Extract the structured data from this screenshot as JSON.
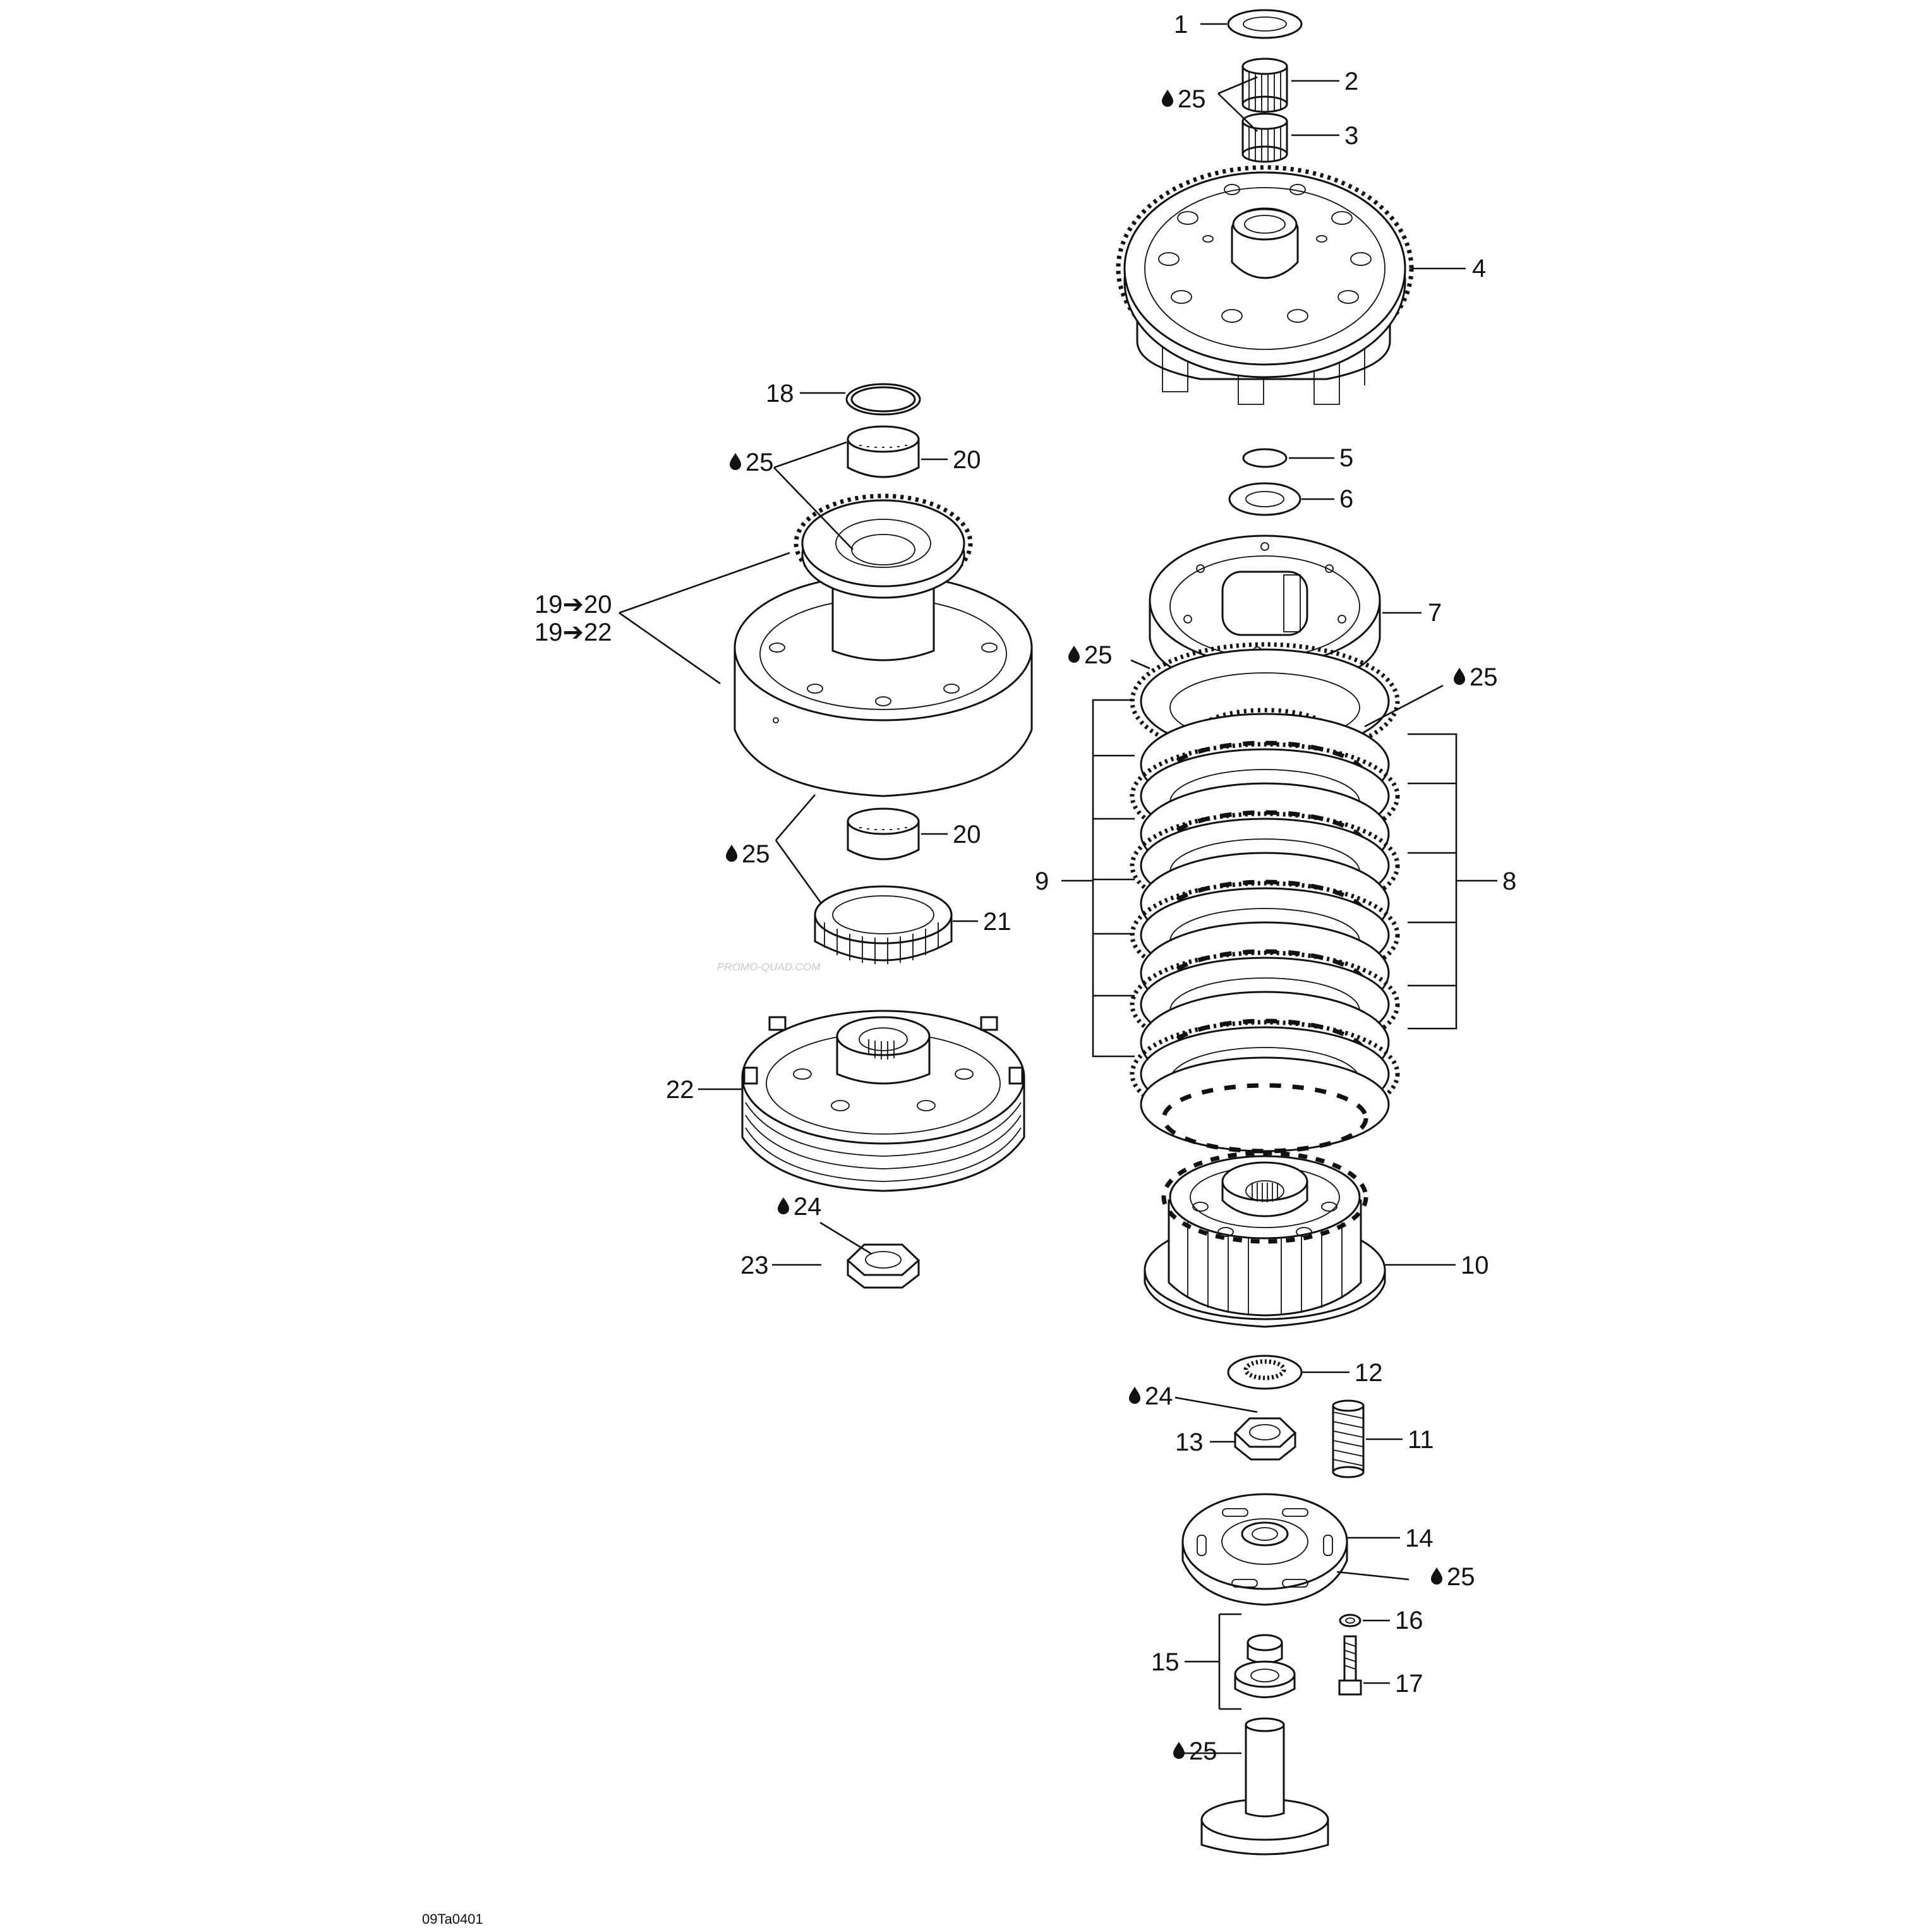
{
  "diagram": {
    "code": "09Ta0401",
    "watermark": "PROMO-QUAD.COM",
    "labels": [
      {
        "id": "l1",
        "text": "1"
      },
      {
        "id": "l2",
        "text": "2"
      },
      {
        "id": "l3",
        "text": "3"
      },
      {
        "id": "l4",
        "text": "4"
      },
      {
        "id": "l5",
        "text": "5"
      },
      {
        "id": "l6",
        "text": "6"
      },
      {
        "id": "l7",
        "text": "7"
      },
      {
        "id": "l8",
        "text": "8"
      },
      {
        "id": "l9",
        "text": "9"
      },
      {
        "id": "l10",
        "text": "10"
      },
      {
        "id": "l11",
        "text": "11"
      },
      {
        "id": "l12",
        "text": "12"
      },
      {
        "id": "l13",
        "text": "13"
      },
      {
        "id": "l14",
        "text": "14"
      },
      {
        "id": "l15",
        "text": "15"
      },
      {
        "id": "l16",
        "text": "16"
      },
      {
        "id": "l17",
        "text": "17"
      },
      {
        "id": "l18",
        "text": "18"
      },
      {
        "id": "l20a",
        "text": "20"
      },
      {
        "id": "l20b",
        "text": "20"
      },
      {
        "id": "l21",
        "text": "21"
      },
      {
        "id": "l22",
        "text": "22"
      },
      {
        "id": "l23",
        "text": "23"
      },
      {
        "id": "l19a",
        "text": "19➔20"
      },
      {
        "id": "l19b",
        "text": "19➔22"
      }
    ],
    "lubricants": [
      {
        "id": "u1",
        "text": "25"
      },
      {
        "id": "u2",
        "text": "25"
      },
      {
        "id": "u3",
        "text": "25"
      },
      {
        "id": "u4",
        "text": "25"
      },
      {
        "id": "u5",
        "text": "25"
      },
      {
        "id": "u6",
        "text": "24"
      },
      {
        "id": "u7",
        "text": "24"
      },
      {
        "id": "u8",
        "text": "25"
      },
      {
        "id": "u9",
        "text": "25"
      }
    ]
  }
}
